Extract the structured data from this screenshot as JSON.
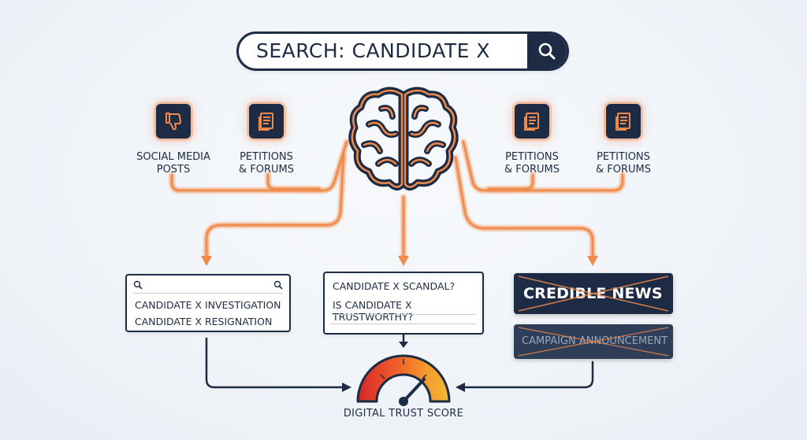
{
  "search": {
    "query": "SEARCH: CANDIDATE X",
    "icon": "search-icon"
  },
  "sources": [
    {
      "label": "SOCIAL MEDIA\nPOSTS",
      "icon": "thumbs-down-icon"
    },
    {
      "label": "PETITIONS\n& FORUMS",
      "icon": "document-icon"
    },
    {
      "label": "PETITIONS\n& FORUMS",
      "icon": "document-icon"
    },
    {
      "label": "PETITIONS\n& FORUMS",
      "icon": "document-icon"
    }
  ],
  "center": {
    "icon": "brain-icon"
  },
  "left_panel": {
    "lines": [
      "CANDIDATE X INVESTIGATION",
      "CANDIDATE X RESIGNATION"
    ]
  },
  "middle_panel": {
    "lines": [
      "CANDIDATE X SCANDAL?",
      "IS CANDIDATE X TRUSTWORTHY?"
    ]
  },
  "right_panel": {
    "news": "CREDIBLE NEWS",
    "campaign": "CAMPAIGN ANNOUNCEMENT"
  },
  "gauge": {
    "label": "DIGITAL TRUST SCORE",
    "icon": "gauge-icon"
  },
  "colors": {
    "navy": "#1d2b44",
    "orange": "#f08a4b",
    "glow": "#f6b78c"
  }
}
